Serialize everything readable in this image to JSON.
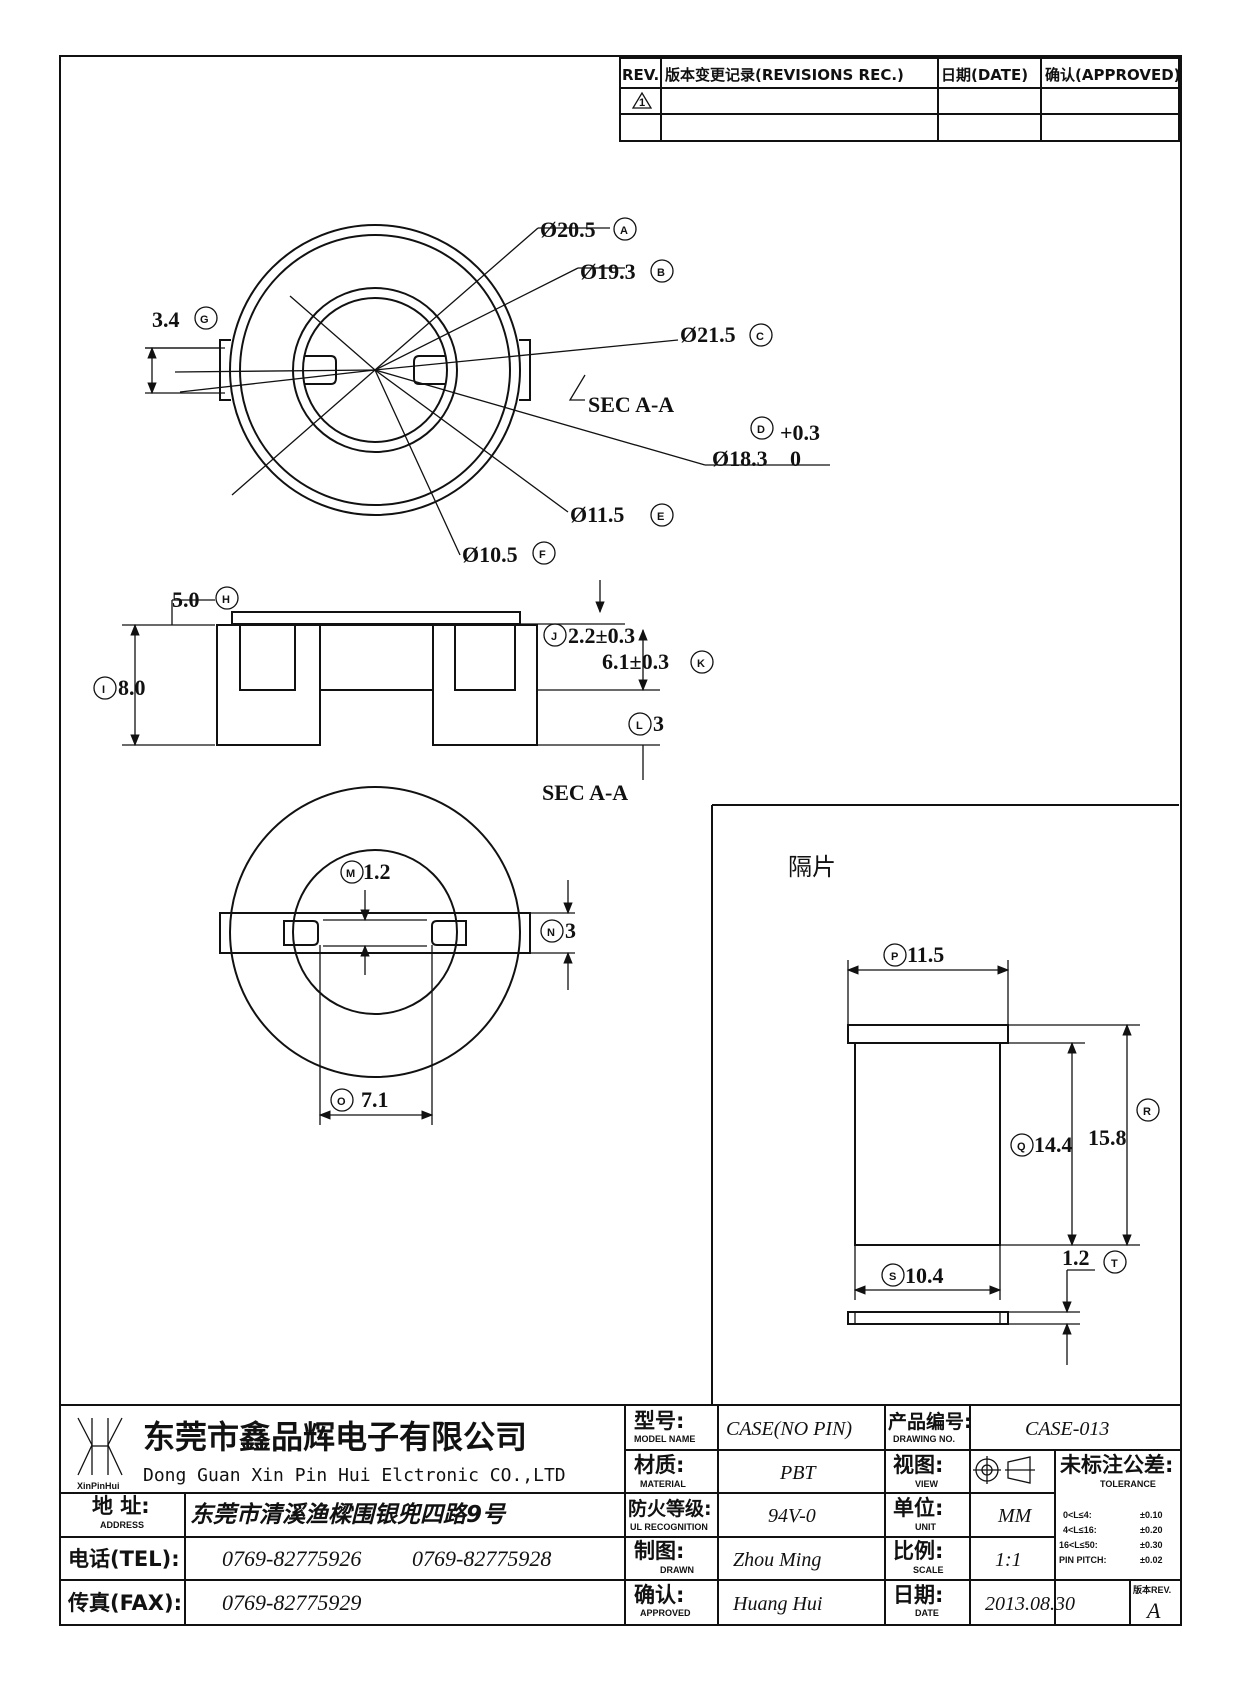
{
  "revisions": {
    "rev_header": "REV.",
    "record_header": "版本变更记录(REVISIONS REC.)",
    "date_header": "日期(DATE)",
    "approved_header": "确认(APPROVED)",
    "rev_mark": "1"
  },
  "top_view": {
    "dims": {
      "A": "Ø20.5",
      "B": "Ø19.3",
      "C": "Ø21.5",
      "D_tol": "+0.3",
      "D": "Ø18.3",
      "D_tol2": "0",
      "E": "Ø11.5",
      "F": "Ø10.5",
      "G": "3.4"
    },
    "letters": [
      "A",
      "B",
      "C",
      "D",
      "E",
      "F",
      "G"
    ],
    "section_label": "SEC A-A"
  },
  "section_view": {
    "dims": {
      "H": "5.0",
      "I": "8.0",
      "J": "2.2±0.3",
      "K": "6.1±0.3",
      "L": "3"
    },
    "letters": [
      "H",
      "I",
      "J",
      "K",
      "L"
    ],
    "section_label": "SEC A-A"
  },
  "bottom_view": {
    "dims": {
      "M": "1.2",
      "N": "3",
      "O": "7.1"
    },
    "letters": [
      "M",
      "N",
      "O"
    ]
  },
  "spacer": {
    "title": "隔片",
    "dims": {
      "P": "11.5",
      "Q": "14.4",
      "R": "15.8",
      "S": "10.4",
      "T": "1.2"
    },
    "letters": [
      "P",
      "Q",
      "R",
      "S",
      "T"
    ]
  },
  "title_block": {
    "company_cn": "东莞市鑫品辉电子有限公司",
    "company_en": "Dong Guan Xin Pin Hui Elctronic CO.,LTD",
    "logo_text": "XinPinHui",
    "address_label": "地 址:",
    "address_sub": "ADDRESS",
    "address": "东莞市清溪渔樑围银兜四路9号",
    "tel_label": "电话(TEL):",
    "tel1": "0769-82775926",
    "tel2": "0769-82775928",
    "fax_label": "传真(FAX):",
    "fax": "0769-82775929",
    "model_label": "型号:",
    "model_sub": "MODEL NAME",
    "model": "CASE(NO PIN)",
    "material_label": "材质:",
    "material_sub": "MATERIAL",
    "material": "PBT",
    "ul_label": "防火等级:",
    "ul_sub": "UL RECOGNITION",
    "ul": "94V-0",
    "drawn_label": "制图:",
    "drawn_sub": "DRAWN",
    "drawn": "Zhou Ming",
    "approved_label": "确认:",
    "approved_sub": "APPROVED",
    "approved": "Huang Hui",
    "drawing_no_label": "产品编号:",
    "drawing_no_sub": "DRAWING NO.",
    "drawing_no": "CASE-013",
    "view_label": "视图:",
    "view_sub": "VIEW",
    "unit_label": "单位:",
    "unit_sub": "UNIT",
    "unit": "MM",
    "scale_label": "比例:",
    "scale_sub": "SCALE",
    "scale": "1:1",
    "date_label": "日期:",
    "date_sub": "DATE",
    "date": "2013.08.30",
    "tolerance_label": "未标注公差:",
    "tolerance_sub": "TOLERANCE",
    "tol_rows": [
      {
        "range": "0<L≤4:",
        "value": "±0.10"
      },
      {
        "range": "4<L≤16:",
        "value": "±0.20"
      },
      {
        "range": "16<L≤50:",
        "value": "±0.30"
      },
      {
        "range": "PIN PITCH:",
        "value": "±0.02"
      }
    ],
    "rev_label": "版本REV.",
    "rev_value": "A"
  }
}
